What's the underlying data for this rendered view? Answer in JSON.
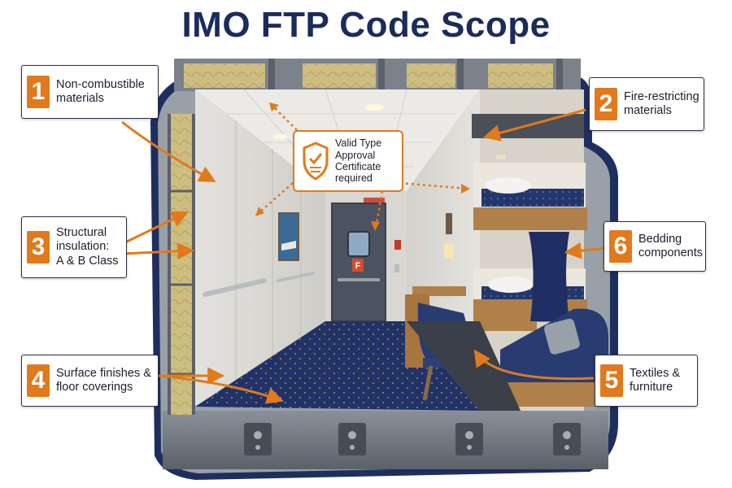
{
  "title": "IMO FTP Code Scope",
  "certificate": {
    "text": "Valid Type\nApproval\nCertificate\nrequired",
    "icon": "shield-checklist-icon"
  },
  "callouts": [
    {
      "number": "1",
      "label": "Non-combustible\nmaterials"
    },
    {
      "number": "2",
      "label": "Fire-restricting\nmaterials"
    },
    {
      "number": "3",
      "label": "Structural\ninsulation:\nA & B Class"
    },
    {
      "number": "4",
      "label": "Surface finishes &\nfloor coverings"
    },
    {
      "number": "5",
      "label": "Textiles &\nfurniture"
    },
    {
      "number": "6",
      "label": "Bedding\ncomponents"
    }
  ],
  "door_sign": "F",
  "colors": {
    "accent": "#e07a1c",
    "title": "#1b2b5c",
    "hull": "#1e2e5e",
    "carpet": "#1f3060",
    "insulation": "#c9b87a"
  }
}
